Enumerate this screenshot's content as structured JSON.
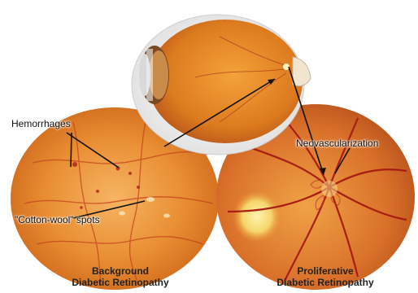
{
  "labels": {
    "hemorrhages": "Hemorrhages",
    "neovascularization": "Neovascularization",
    "cotton_wool_spots": "\"Cotton-wool\" spots"
  },
  "captions": {
    "left_line1": "Background",
    "left_line2": "Diabetic Retinopathy",
    "right_line1": "Proliferative",
    "right_line2": "Diabetic Retinopathy"
  },
  "colors": {
    "retina_orange": "#e8892a",
    "retina_light": "#f4b25a",
    "vessel_red": "#b8281a",
    "optic_disc": "#f7d36a",
    "eye_dark": "#3a2410"
  }
}
